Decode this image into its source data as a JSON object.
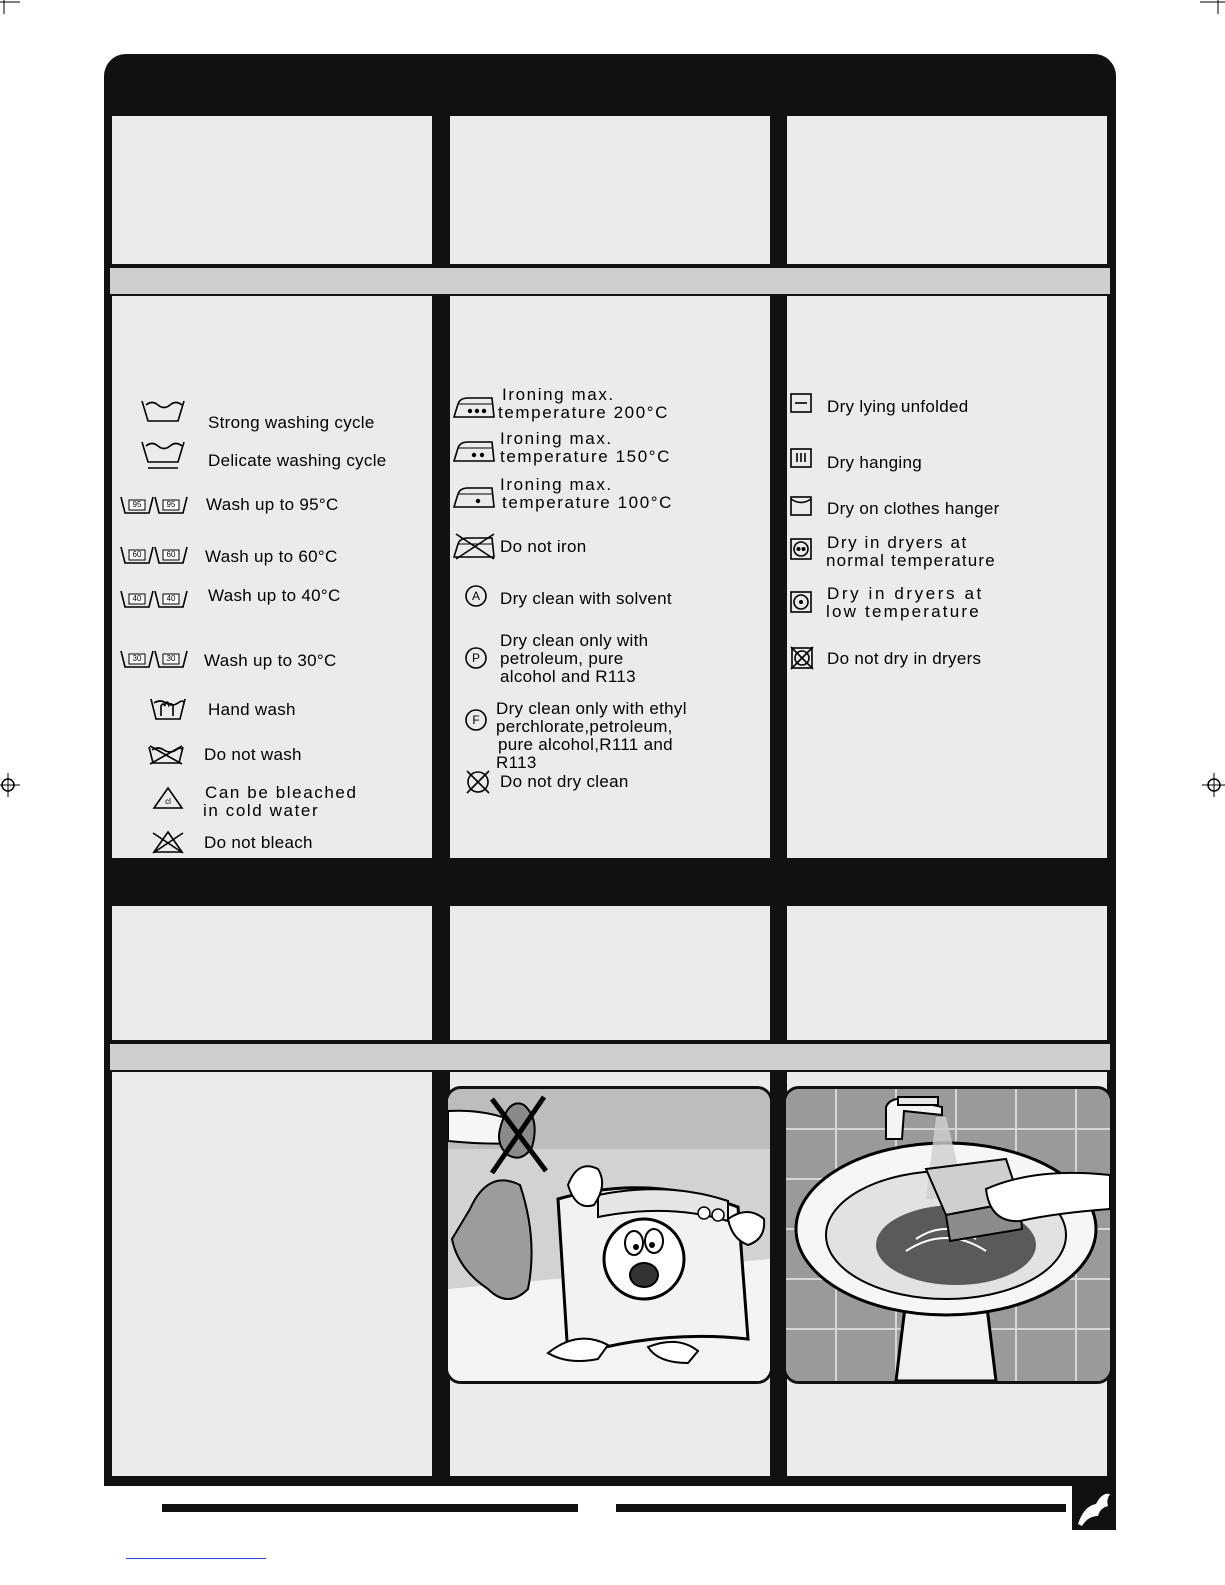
{
  "washing_symbols": [
    {
      "icon": "wash-tub-icon",
      "label": "Strong washing cycle"
    },
    {
      "icon": "wash-tub-delicate-icon",
      "label": "Delicate washing cycle"
    },
    {
      "icon": "wash-95-icon",
      "badge": "95",
      "label": "Wash up to 95°C"
    },
    {
      "icon": "wash-60-icon",
      "badge": "60",
      "label": "Wash up to 60°C"
    },
    {
      "icon": "wash-40-icon",
      "badge": "40",
      "label": "Wash up to 40°C"
    },
    {
      "icon": "wash-30-icon",
      "badge": "30",
      "label": "Wash up to 30°C"
    },
    {
      "icon": "hand-wash-icon",
      "label": "Hand wash"
    },
    {
      "icon": "do-not-wash-icon",
      "label": "Do not wash"
    },
    {
      "icon": "bleach-triangle-icon",
      "badge": "cl",
      "label_line1": "Can be bleached",
      "label_line2": "in cold water"
    },
    {
      "icon": "do-not-bleach-icon",
      "label": "Do not bleach"
    }
  ],
  "ironing_symbols": [
    {
      "icon": "iron-three-dots-icon",
      "label_line1": "Ironing max.",
      "label_line2": "temperature 200°C"
    },
    {
      "icon": "iron-two-dots-icon",
      "label_line1": "Ironing max.",
      "label_line2": "temperature 150°C"
    },
    {
      "icon": "iron-one-dot-icon",
      "label_line1": "Ironing max.",
      "label_line2": "temperature 100°C"
    },
    {
      "icon": "do-not-iron-icon",
      "label": "Do not iron"
    },
    {
      "icon": "dry-clean-a-icon",
      "badge": "A",
      "label": "Dry clean with solvent"
    },
    {
      "icon": "dry-clean-p-icon",
      "badge": "P",
      "label_line1": "Dry clean only with",
      "label_line2": "petroleum, pure",
      "label_line3": "alcohol and R113"
    },
    {
      "icon": "dry-clean-f-icon",
      "badge": "F",
      "label_line1": "Dry clean only with ethyl",
      "label_line2": "perchlorate,petroleum,",
      "label_line3": "pure alcohol,R111 and",
      "label_line4": "R113"
    },
    {
      "icon": "do-not-dry-clean-icon",
      "label": "Do not dry clean"
    }
  ],
  "drying_symbols": [
    {
      "icon": "dry-flat-icon",
      "label": "Dry lying unfolded"
    },
    {
      "icon": "dry-hanging-icon",
      "label": "Dry hanging"
    },
    {
      "icon": "dry-hanger-icon",
      "label": "Dry on clothes hanger"
    },
    {
      "icon": "tumble-normal-icon",
      "label_line1": "Dry in dryers at",
      "label_line2": "normal temperature"
    },
    {
      "icon": "tumble-low-icon",
      "label_line1": "Dry in dryers at",
      "label_line2": "low temperature"
    },
    {
      "icon": "do-not-tumble-icon",
      "label": "Do not dry in dryers"
    }
  ],
  "illustrations": [
    {
      "name": "no-solvent-washing-machine-illustration"
    },
    {
      "name": "detergent-drawer-rinse-illustration"
    }
  ],
  "footer": {
    "logo_icon": "brand-mark-icon"
  }
}
